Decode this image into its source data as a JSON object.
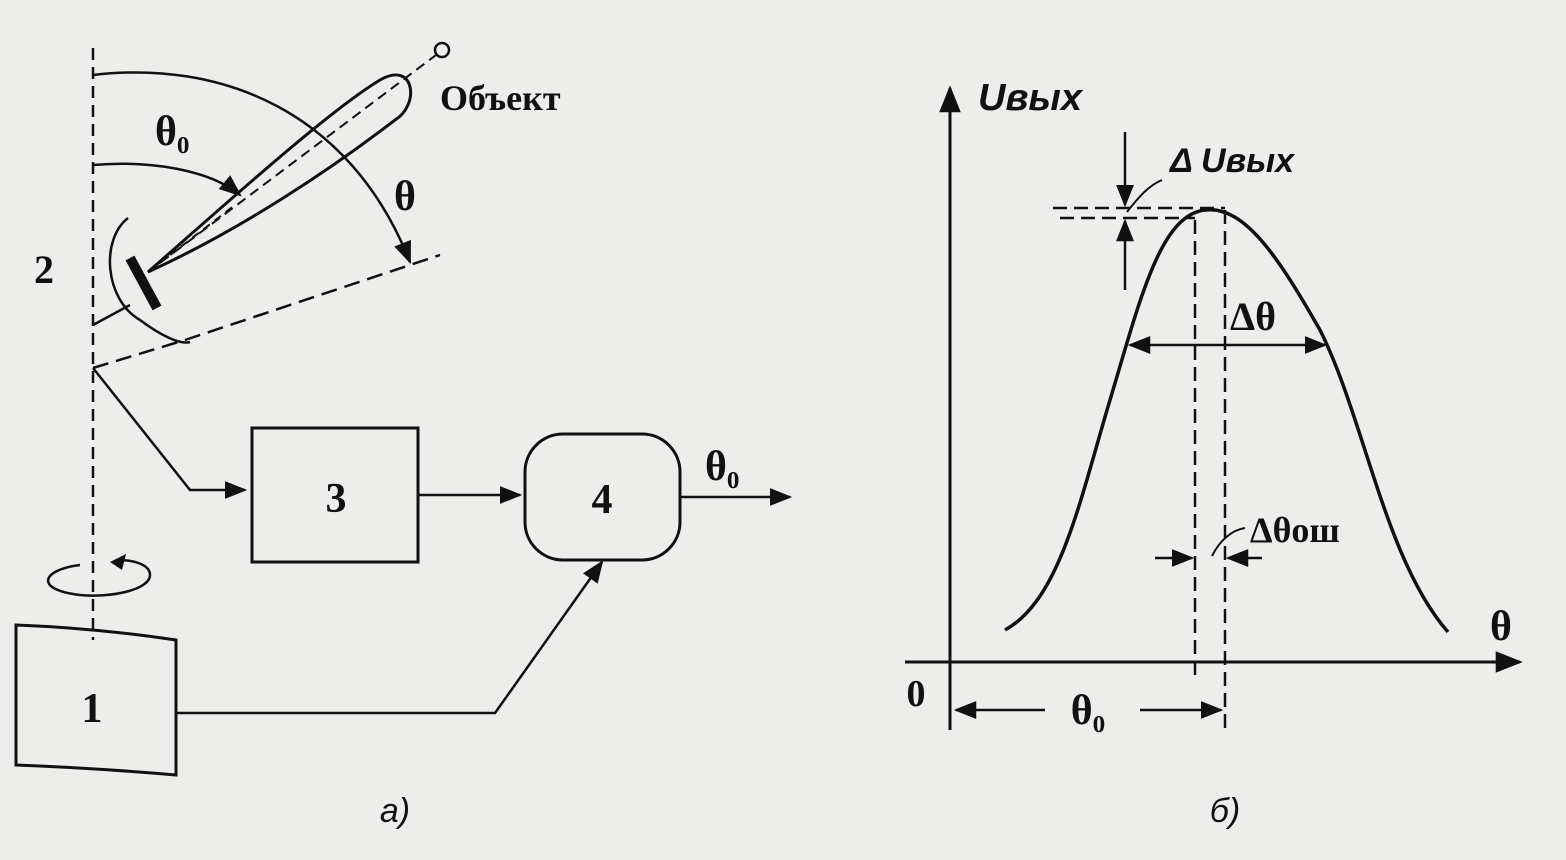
{
  "panel_a": {
    "caption": "а)",
    "object_label": "Объект",
    "antenna_label": "2",
    "angle_theta0_label": "θ₀",
    "angle_theta_label": "θ",
    "block_1_label": "1",
    "block_3_label": "3",
    "block_4_label": "4",
    "output_label": "θ₀"
  },
  "panel_b": {
    "caption": "б)",
    "y_axis_label": "Uвых",
    "x_axis_label": "θ",
    "origin_label": "0",
    "delta_u_label": "Δ Uвых",
    "delta_theta_label": "Δθ",
    "delta_theta_err_label": "Δθош",
    "theta0_label": "θ₀"
  }
}
